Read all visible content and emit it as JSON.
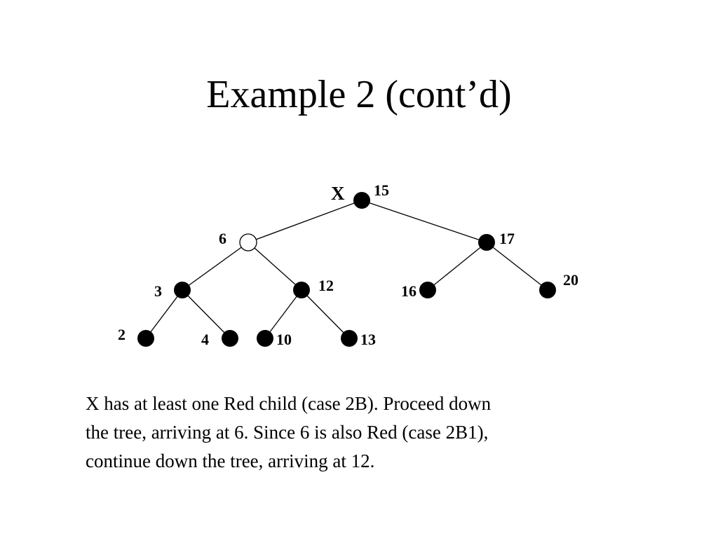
{
  "slide": {
    "title": "Example 2 (cont’d)",
    "caption_lines": [
      "X has at least one Red child (case 2B).  Proceed down",
      "the tree, arriving at 6.  Since 6 is also Red (case 2B1),",
      "continue down the tree, arriving at 12."
    ]
  },
  "tree": {
    "x_marker": "X",
    "nodes": [
      {
        "id": "n15",
        "label": "15",
        "color": "black"
      },
      {
        "id": "n6",
        "label": "6",
        "color": "red"
      },
      {
        "id": "n17",
        "label": "17",
        "color": "black"
      },
      {
        "id": "n3",
        "label": "3",
        "color": "black"
      },
      {
        "id": "n12",
        "label": "12",
        "color": "black"
      },
      {
        "id": "n16",
        "label": "16",
        "color": "black"
      },
      {
        "id": "n20",
        "label": "20",
        "color": "black"
      },
      {
        "id": "n2",
        "label": "2",
        "color": "black"
      },
      {
        "id": "n4",
        "label": "4",
        "color": "black"
      },
      {
        "id": "n10",
        "label": "10",
        "color": "black"
      },
      {
        "id": "n13",
        "label": "13",
        "color": "black"
      }
    ],
    "edges": [
      [
        "n15",
        "n6"
      ],
      [
        "n15",
        "n17"
      ],
      [
        "n6",
        "n3"
      ],
      [
        "n6",
        "n12"
      ],
      [
        "n17",
        "n16"
      ],
      [
        "n17",
        "n20"
      ],
      [
        "n3",
        "n2"
      ],
      [
        "n3",
        "n4"
      ],
      [
        "n12",
        "n10"
      ],
      [
        "n12",
        "n13"
      ]
    ],
    "colors": {
      "black_node": "#000000",
      "red_node_fill": "#ffffff",
      "edge": "#000000"
    }
  }
}
